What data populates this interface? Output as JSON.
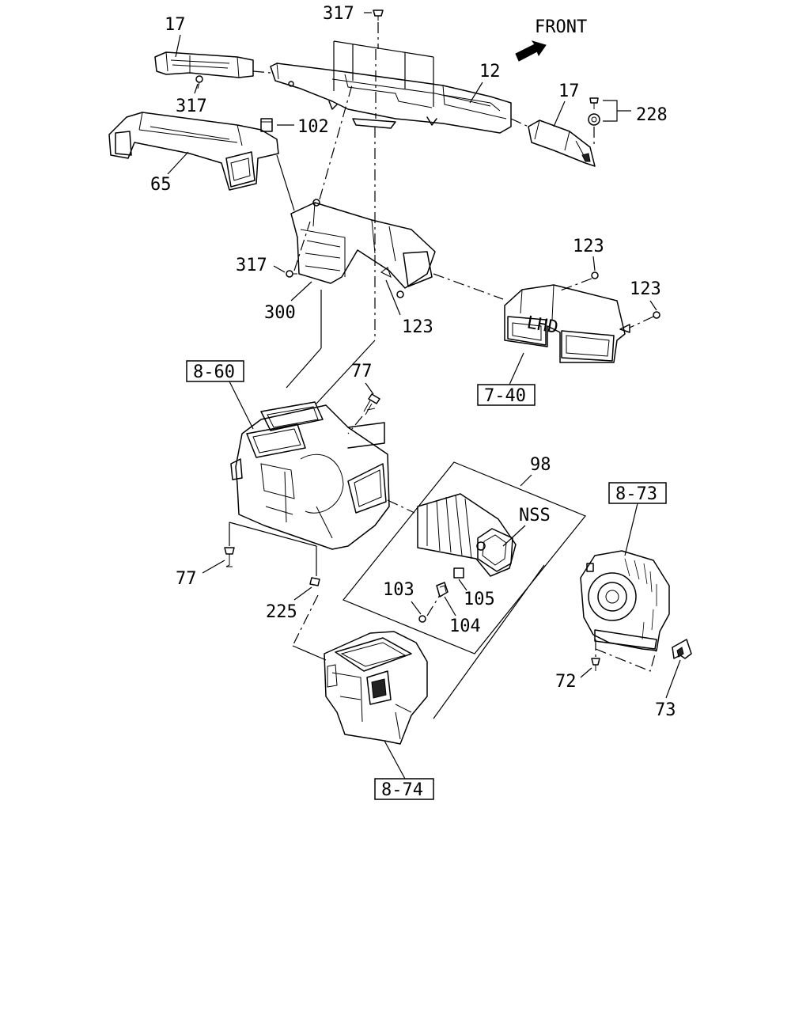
{
  "front_label": "FRONT",
  "lhd_label": "LHD",
  "nss_label": "NSS",
  "callouts": {
    "c317_top": "317",
    "c17_left": "17",
    "c12": "12",
    "c17_right": "17",
    "c228": "228",
    "c317_left": "317",
    "c102": "102",
    "c65": "65",
    "c317_mid": "317",
    "c300": "300",
    "c123_duct": "123",
    "c123_a": "123",
    "c123_b": "123",
    "c77_top": "77",
    "c98": "98",
    "c77_bottom": "77",
    "c225": "225",
    "c103": "103",
    "c105": "105",
    "c104": "104",
    "c72": "72",
    "c73": "73"
  },
  "references": {
    "r860": "8-60",
    "r740": "7-40",
    "r873": "8-73",
    "r874": "8-74"
  }
}
